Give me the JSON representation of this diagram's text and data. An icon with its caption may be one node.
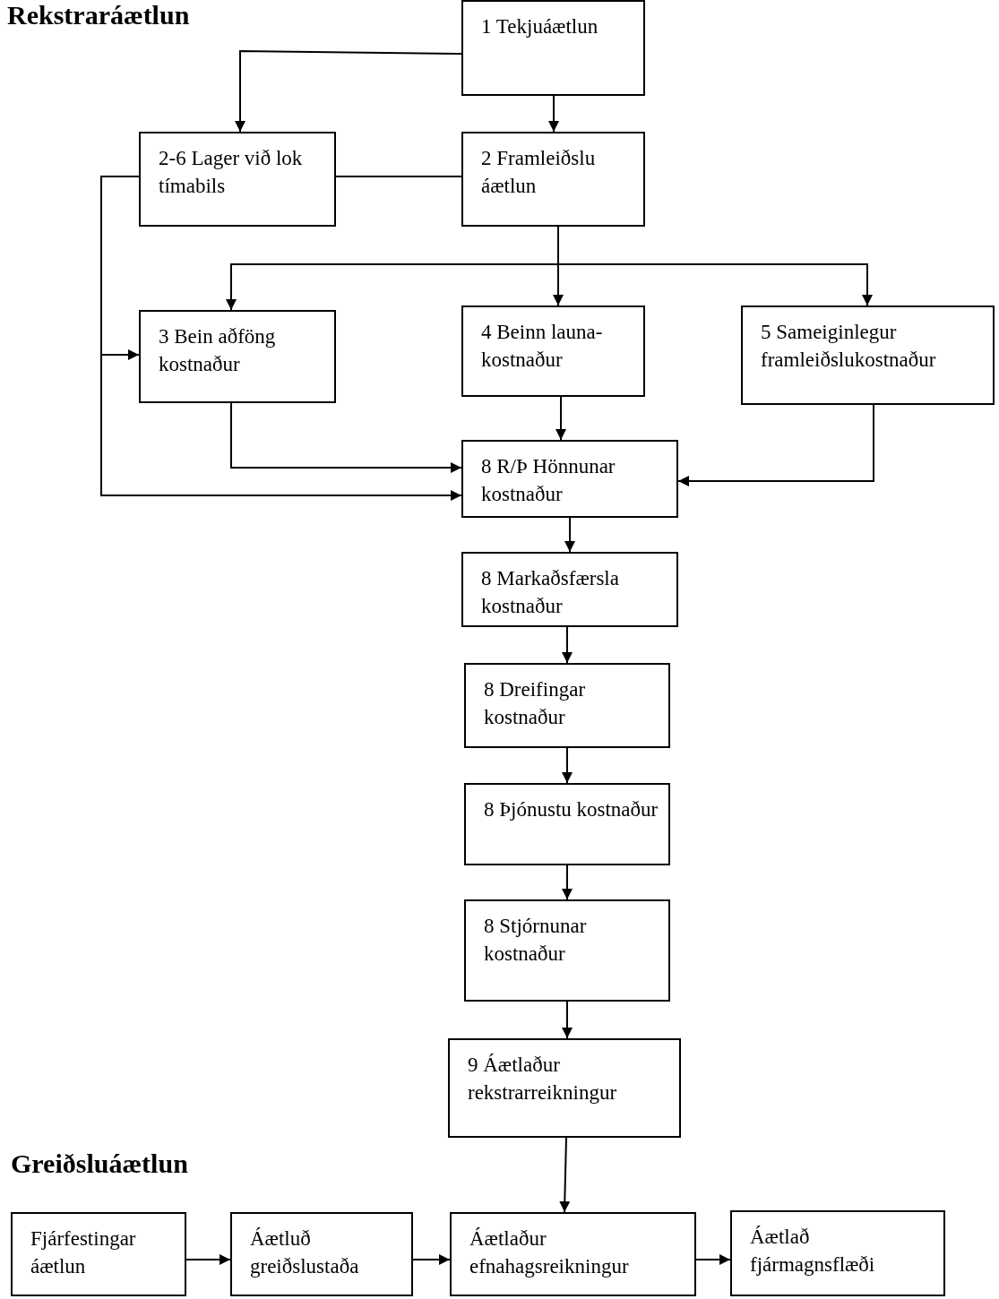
{
  "diagram": {
    "title": "Rekstraráætlun",
    "nodes": [
      {
        "text": [
          "1 Tekjuáætlun"
        ]
      },
      {
        "text": [
          "2-6 Lager við lok tímabils"
        ]
      },
      {
        "text": [
          "2 Framleiðslu áætlun"
        ]
      },
      {
        "text": [
          "3 Bein aðföng kostnaður"
        ]
      },
      {
        "text": [
          "4 Beinn launa-kostnaður"
        ]
      },
      {
        "text": [
          "5 Sameiginlegur framleiðslukostnaður"
        ]
      },
      {
        "text": [
          "8 R/Þ Hönnunar kostnaður"
        ]
      },
      {
        "text": [
          "8 Markaðsfærsla kostnaður"
        ]
      },
      {
        "text": [
          "8 Dreifingar kostnaður"
        ]
      },
      {
        "text": [
          "8 Þjónustu kostnaður"
        ]
      },
      {
        "text": [
          "8 Stjórnunar kostnaður"
        ]
      },
      {
        "text": [
          "9 Áætlaður rekstrarreikningur"
        ]
      },
      {
        "text": [
          "Fjárfestingar áætlun"
        ]
      },
      {
        "text": [
          "Áætluð greiðslustaða"
        ]
      },
      {
        "text": [
          "Áætlaður efnahagsreikningur"
        ]
      },
      {
        "text": [
          "Áætlað fjármagnsflæði"
        ]
      }
    ],
    "edges": [
      {
        "from": 0,
        "to": 1,
        "arrow": "to"
      },
      {
        "from": 0,
        "to": 2,
        "arrow": "to"
      },
      {
        "from": 1,
        "to": 2,
        "arrow": "none"
      },
      {
        "from": 2,
        "to": 4,
        "arrow": "to"
      },
      {
        "from": 2,
        "to": 3,
        "arrow": "to"
      },
      {
        "from": 2,
        "to": 5,
        "arrow": "to"
      },
      {
        "from": 1,
        "to": 3,
        "arrow": "to"
      },
      {
        "from": 1,
        "to": 6,
        "arrow": "to"
      },
      {
        "from": 3,
        "to": 6,
        "arrow": "to"
      },
      {
        "from": 4,
        "to": 6,
        "arrow": "to"
      },
      {
        "from": 5,
        "to": 6,
        "arrow": "to"
      },
      {
        "from": 6,
        "to": 7,
        "arrow": "to"
      },
      {
        "from": 7,
        "to": 8,
        "arrow": "to"
      },
      {
        "from": 8,
        "to": 9,
        "arrow": "to"
      },
      {
        "from": 9,
        "to": 10,
        "arrow": "to"
      },
      {
        "from": 10,
        "to": 11,
        "arrow": "to"
      },
      {
        "from": 11,
        "to": 14,
        "arrow": "to"
      },
      {
        "from": 12,
        "to": 13,
        "arrow": "to"
      },
      {
        "from": 13,
        "to": 14,
        "arrow": "to"
      },
      {
        "from": 14,
        "to": 15,
        "arrow": "to"
      }
    ],
    "labels": [
      "Greiðsluáætlun"
    ]
  }
}
